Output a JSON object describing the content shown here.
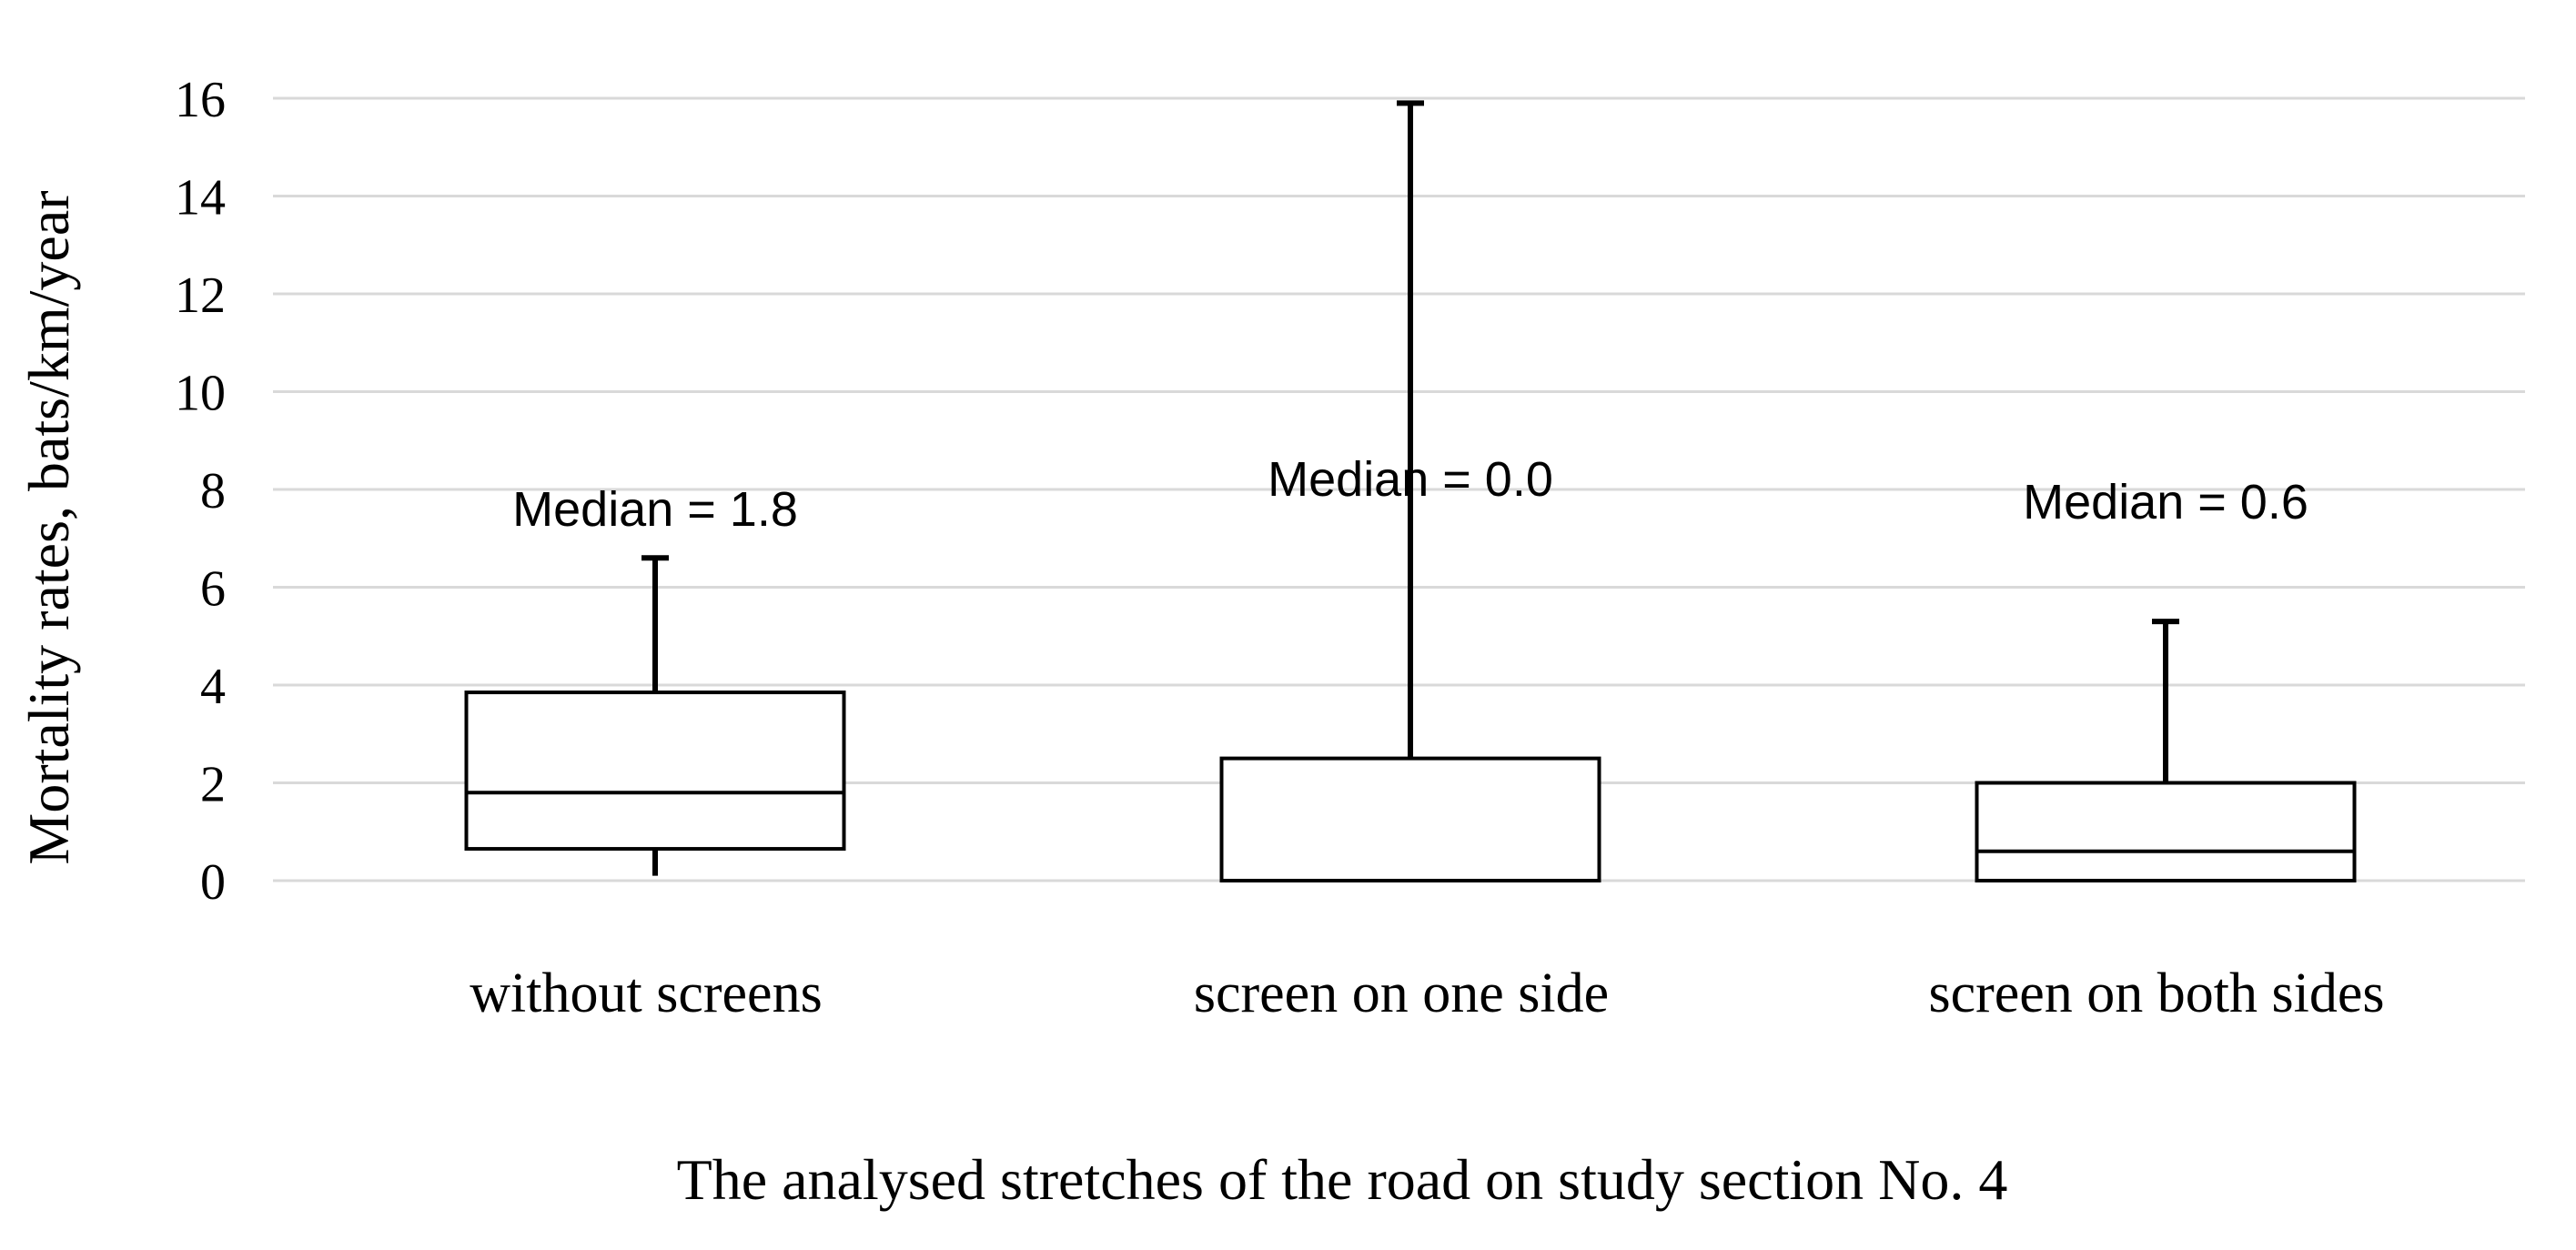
{
  "chart_data": {
    "type": "box",
    "xlabel": "The analysed stretches of the road on study section No. 4",
    "ylabel": "Mortality rates, bats/km/year",
    "ylim": [
      0,
      16
    ],
    "yticks": [
      0,
      2,
      4,
      6,
      8,
      10,
      12,
      14,
      16
    ],
    "grid": true,
    "categories": [
      "without screens",
      "screen on one side",
      "screen on both sides"
    ],
    "boxes": [
      {
        "category": "without screens",
        "min": 0.1,
        "q1": 0.65,
        "median": 1.8,
        "q3": 3.85,
        "max": 6.6,
        "annotation": "Median = 1.8"
      },
      {
        "category": "screen on one side",
        "min": 0.0,
        "q1": 0.0,
        "median": 0.0,
        "q3": 2.5,
        "max": 15.9,
        "annotation": "Median = 0.0"
      },
      {
        "category": "screen on both sides",
        "min": 0.0,
        "q1": 0.0,
        "median": 0.6,
        "q3": 2.0,
        "max": 5.3,
        "annotation": "Median = 0.6"
      }
    ]
  }
}
